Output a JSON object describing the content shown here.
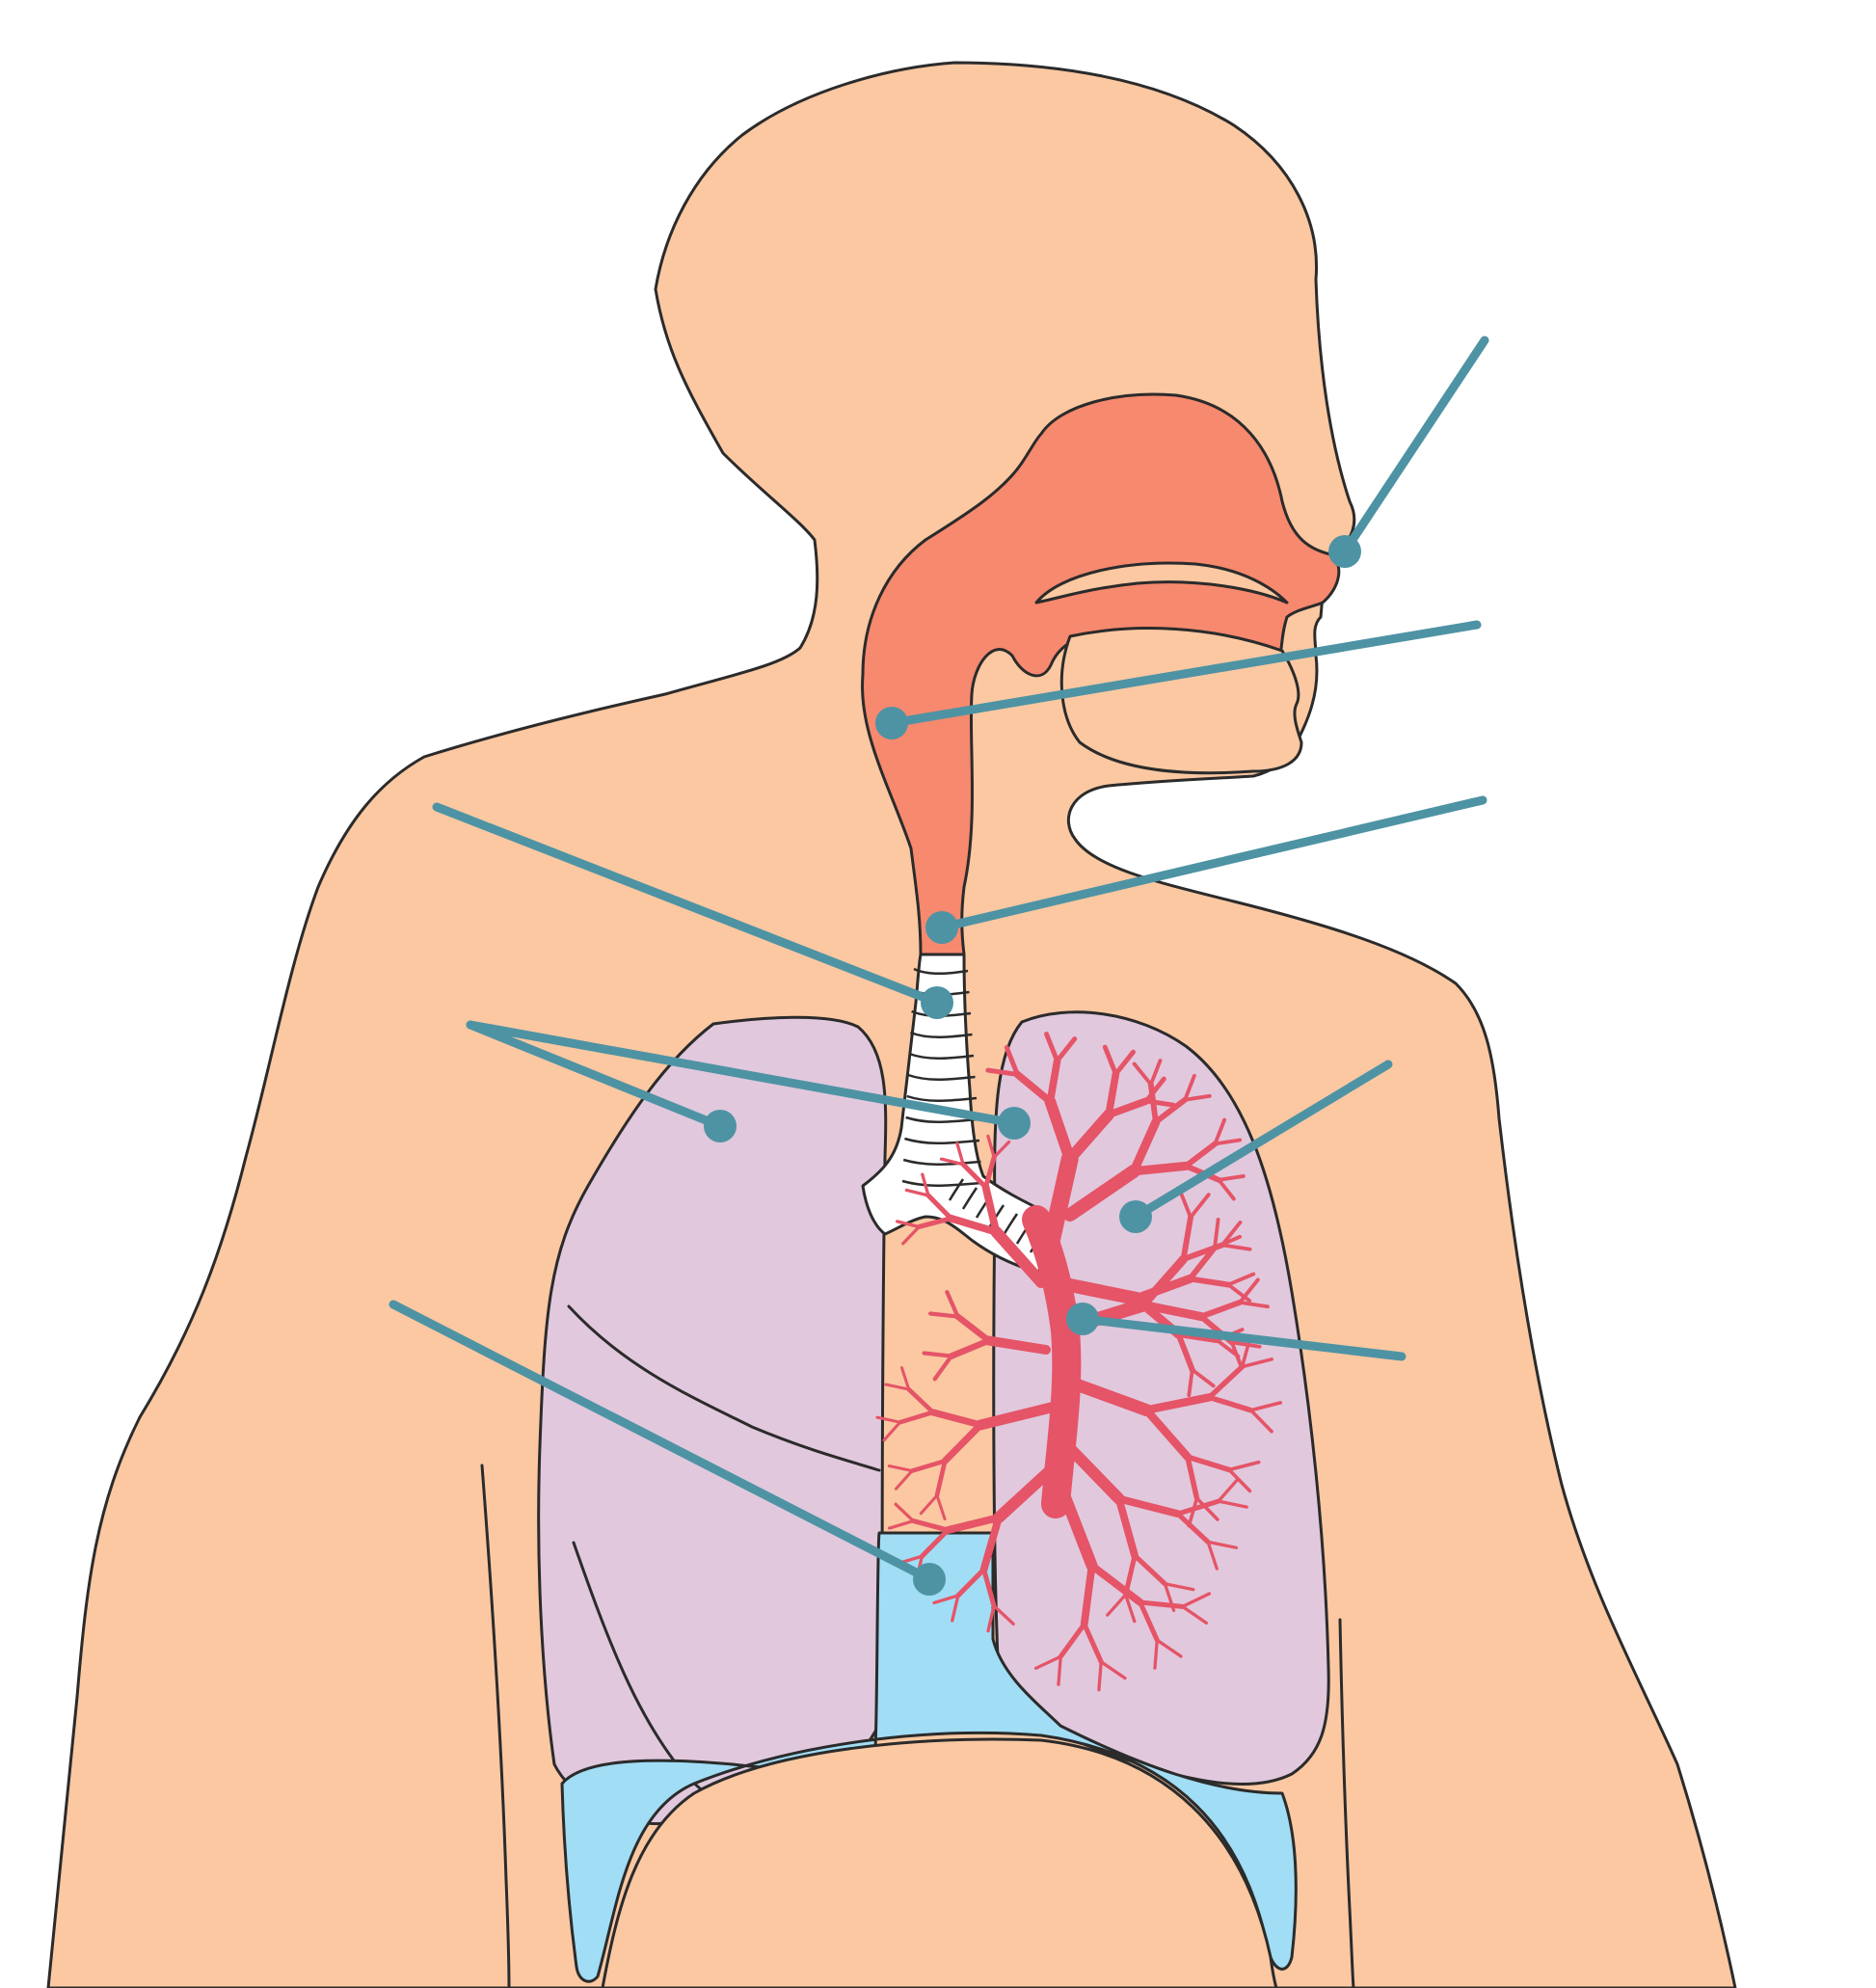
{
  "colors": {
    "skin": "#FBC8A2",
    "airway": "#F6896E",
    "lung": "#E1C8DD",
    "diaphragm": "#A1DDF5",
    "bronchi": "#E55467",
    "trachea": "#FFFFFF",
    "leader": "#4E93A4",
    "outline": "#2B2B2B"
  },
  "labels": [
    {
      "id": "nasal-cavity",
      "text": ""
    },
    {
      "id": "mouth-pharynx",
      "text": ""
    },
    {
      "id": "larynx",
      "text": ""
    },
    {
      "id": "trachea",
      "text": ""
    },
    {
      "id": "lungs",
      "text": ""
    },
    {
      "id": "bronchioles",
      "text": ""
    },
    {
      "id": "bronchus",
      "text": ""
    },
    {
      "id": "diaphragm",
      "text": ""
    }
  ]
}
